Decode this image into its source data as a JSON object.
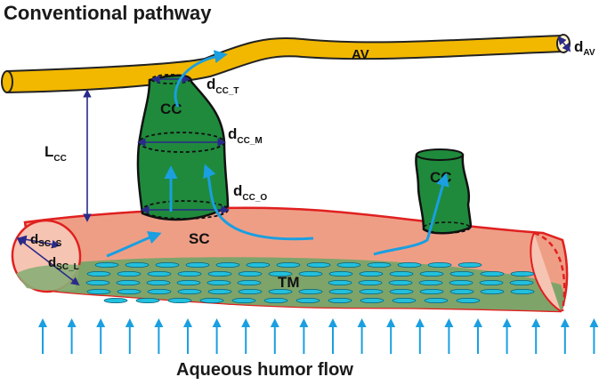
{
  "title": "Conventional pathway",
  "footer": "Aqueous humor flow",
  "labels": {
    "av": "AV",
    "cc_main": "CC",
    "cc_small": "CC",
    "sc": "SC",
    "tm": "TM"
  },
  "dims": {
    "d_av": {
      "base": "d",
      "sub": "AV"
    },
    "d_cc_t": {
      "base": "d",
      "sub": "CC_T"
    },
    "d_cc_m": {
      "base": "d",
      "sub": "CC_M"
    },
    "d_cc_o": {
      "base": "d",
      "sub": "CC_O"
    },
    "l_cc": {
      "base": "L",
      "sub": "CC"
    },
    "d_sc_s": {
      "base": "d",
      "sub": "SC_S"
    },
    "d_sc_l": {
      "base": "d",
      "sub": "SC_L"
    }
  },
  "colors": {
    "av_fill": "#f2b800",
    "cc_fill": "#1f8a3c",
    "sc_fill": "#ef9e86",
    "sc_edge": "#e02020",
    "tm_fill": "#7ea46a",
    "pore_fill": "#22c0dd",
    "flow_arrow": "#1a9fe0",
    "dim_line": "#2a2a8a"
  }
}
